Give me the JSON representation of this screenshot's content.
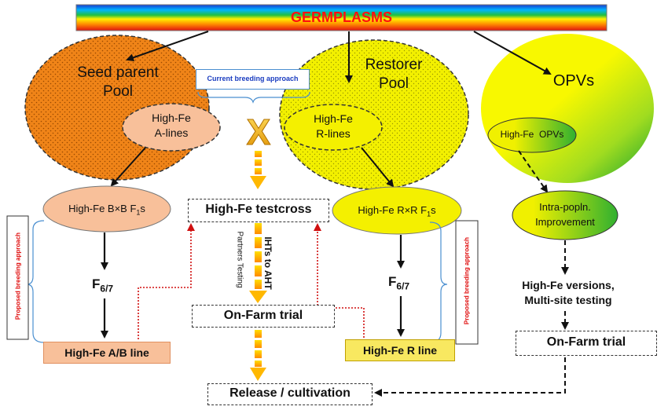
{
  "header": {
    "title": "GERMPLASMS"
  },
  "pools": {
    "seed_parent": {
      "line1": "Seed parent",
      "line2": "Pool"
    },
    "restorer": {
      "line1": "Restorer",
      "line2": "Pool"
    },
    "opvs": {
      "label": "OPVs"
    }
  },
  "lines": {
    "a_lines": {
      "line1": "High-Fe",
      "line2": "A-lines"
    },
    "r_lines": {
      "line1": "High-Fe",
      "line2": "R-lines"
    },
    "opv_high_fe": "High-Fe  OPVs"
  },
  "current_approach": "Current breeding approach",
  "cross_symbol": "X",
  "f1s": {
    "bxb_prefix": "High-Fe B×B F",
    "rxr_prefix": "High-Fe R×R F",
    "sub": "1",
    "suffix": "s"
  },
  "testcross": "High-Fe testcross",
  "partners_testing": "Partners Testing",
  "ihts_to_aht": "IHTs to AHT",
  "intra_popln": {
    "line1": "Intra-popln.",
    "line2": "Improvement"
  },
  "generation": {
    "base": "F",
    "sub": "6/7"
  },
  "high_fe_versions": {
    "line1": "High-Fe versions,",
    "line2": "Multi-site testing"
  },
  "on_farm_trial": "On-Farm trial",
  "ab_line": "High-Fe A/B line",
  "r_line": "High-Fe R line",
  "proposed_approach": "Proposed breeding approach",
  "release": "Release / cultivation"
}
